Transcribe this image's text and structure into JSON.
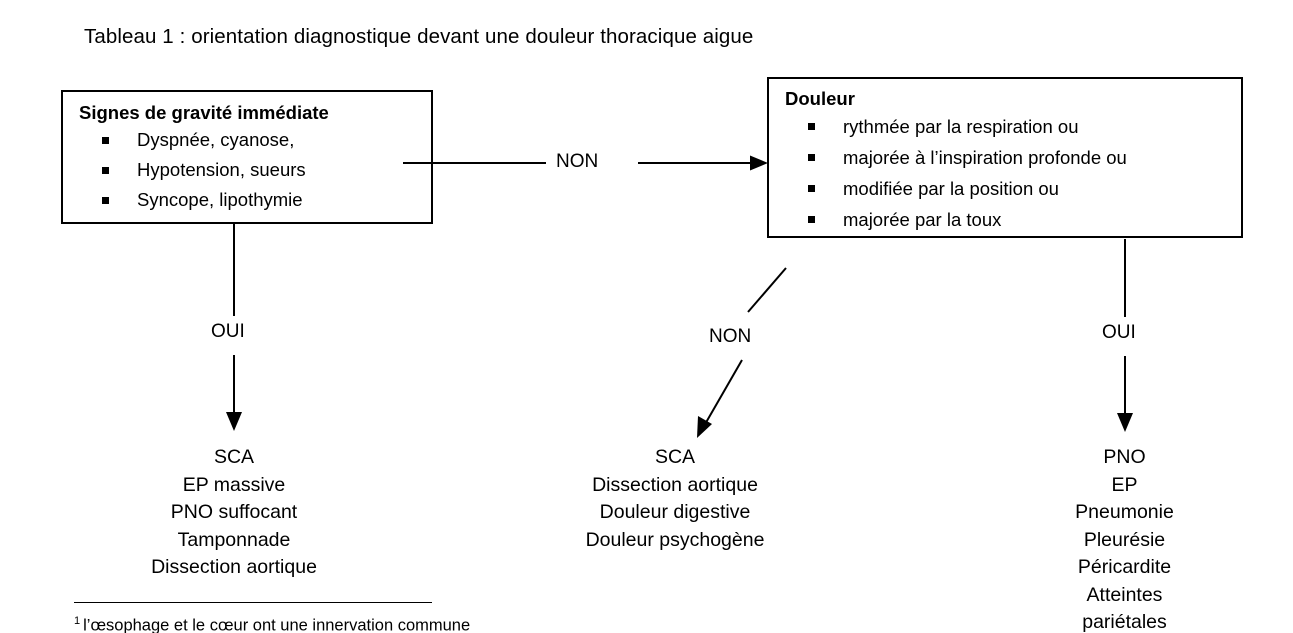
{
  "title": "Tableau 1 : orientation diagnostique devant une douleur thoracique aigue",
  "boxes": {
    "gravite": {
      "heading": "Signes de gravité immédiate",
      "items": [
        "Dyspnée, cyanose,",
        "Hypotension, sueurs",
        "Syncope, lipothymie"
      ]
    },
    "douleur": {
      "heading": "Douleur",
      "items": [
        "rythmée par la respiration ou",
        "majorée à l’inspiration profonde ou",
        "modifiée par la position ou",
        "majorée par la toux"
      ]
    }
  },
  "edges": {
    "gravite_to_douleur": "NON",
    "gravite_yes": "OUI",
    "douleur_no": "NON",
    "douleur_yes": "OUI"
  },
  "outcomes": {
    "gravite_yes": [
      "SCA",
      "EP massive",
      "PNO suffocant",
      "Tamponnade",
      "Dissection aortique"
    ],
    "douleur_no": [
      "SCA",
      "Dissection aortique",
      "Douleur digestive",
      "Douleur psychogène"
    ],
    "douleur_yes": [
      "PNO",
      "EP",
      "Pneumonie",
      "Pleurésie",
      "Péricardite",
      "Atteintes",
      "pariétales"
    ]
  },
  "footnote": {
    "marker": "1",
    "text": "l’œsophage et le cœur ont une innervation commune"
  },
  "colors": {
    "ink": "#000000",
    "paper": "#ffffff"
  }
}
